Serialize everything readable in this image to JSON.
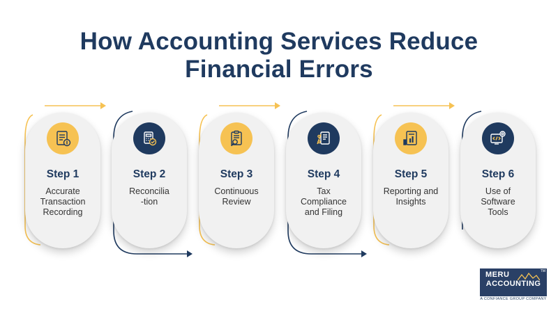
{
  "title": {
    "line1": "How Accounting Services Reduce",
    "line2": "Financial Errors"
  },
  "colors": {
    "navy": "#1f3a5f",
    "yellow": "#f6c253",
    "pill": "#f1f1f1"
  },
  "steps": [
    {
      "label": "Step 1",
      "description": "Accurate\nTransaction\nRecording",
      "icon": "transaction-ledger-icon",
      "icon_color": "yellow"
    },
    {
      "label": "Step 2",
      "description": "Reconcilia\n-tion",
      "icon": "calculator-clipboard-icon",
      "icon_color": "navy"
    },
    {
      "label": "Step 3",
      "description": "Continuous\nReview",
      "icon": "clipboard-magnifier-icon",
      "icon_color": "yellow"
    },
    {
      "label": "Step 4",
      "description": "Tax\nCompliance\nand Filing",
      "icon": "tax-document-icon",
      "icon_color": "navy"
    },
    {
      "label": "Step 5",
      "description": "Reporting and\nInsights",
      "icon": "report-chart-icon",
      "icon_color": "yellow"
    },
    {
      "label": "Step 6",
      "description": "Use of\nSoftware\nTools",
      "icon": "software-gear-icon",
      "icon_color": "navy"
    }
  ],
  "logo": {
    "line1": "MERU",
    "line2": "ACCOUNTING",
    "tm": "TM",
    "subtitle": "A CONFIANCE GROUP COMPANY"
  }
}
